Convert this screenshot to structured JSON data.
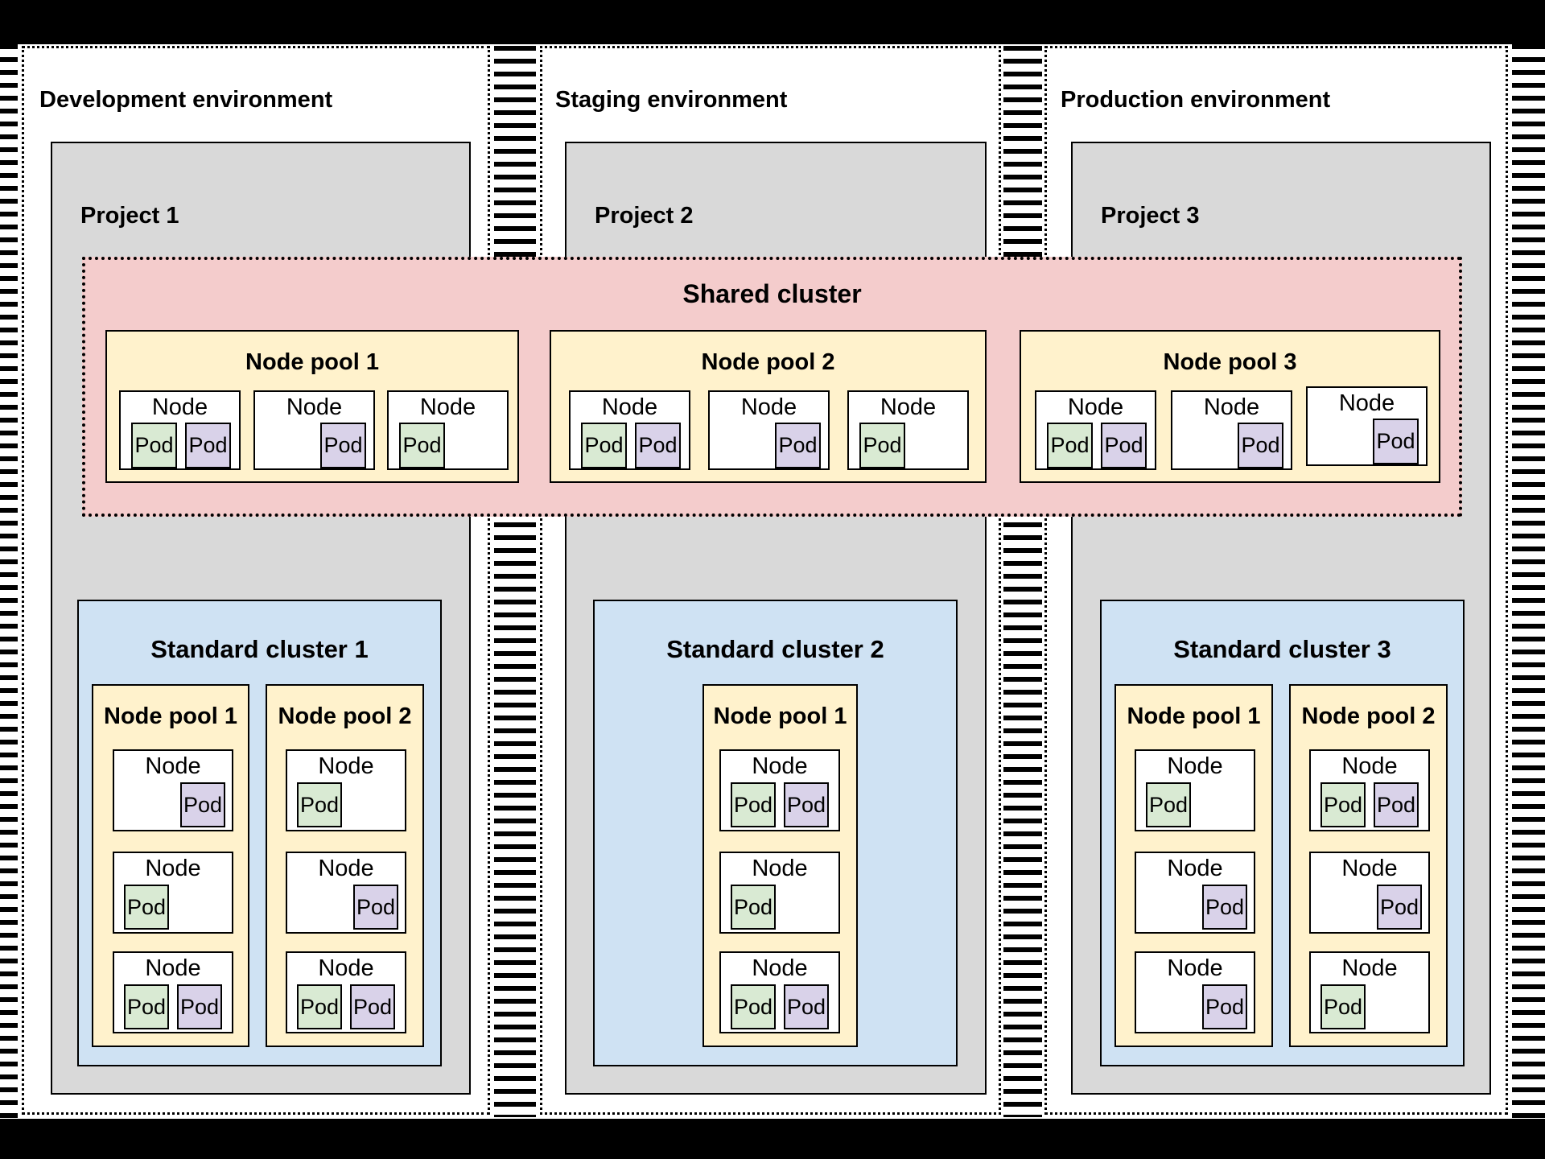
{
  "colors": {
    "project_bg": "#d9d9d9",
    "shared_cluster_bg": "#f4cccc",
    "node_pool_bg": "#fff2cc",
    "standard_cluster_bg": "#cfe2f3",
    "pod_green": "#d9ead3",
    "pod_purple": "#d9d2e9",
    "node_bg": "#ffffff",
    "border": "#000000"
  },
  "environments": [
    {
      "name": "Development environment",
      "project": {
        "name": "Project 1"
      }
    },
    {
      "name": "Staging environment",
      "project": {
        "name": "Project 2"
      }
    },
    {
      "name": "Production environment",
      "project": {
        "name": "Project 3"
      }
    }
  ],
  "shared_cluster": {
    "title": "Shared cluster",
    "node_pools": [
      {
        "title": "Node pool 1",
        "nodes": [
          {
            "label": "Node",
            "pods": [
              {
                "label": "Pod",
                "color": "green",
                "align": "left"
              },
              {
                "label": "Pod",
                "color": "purple",
                "align": "left"
              }
            ]
          },
          {
            "label": "Node",
            "pods": [
              {
                "label": "Pod",
                "color": "purple",
                "align": "right"
              }
            ]
          },
          {
            "label": "Node",
            "pods": [
              {
                "label": "Pod",
                "color": "green",
                "align": "left"
              }
            ]
          }
        ]
      },
      {
        "title": "Node pool 2",
        "nodes": [
          {
            "label": "Node",
            "pods": [
              {
                "label": "Pod",
                "color": "green",
                "align": "left"
              },
              {
                "label": "Pod",
                "color": "purple",
                "align": "left"
              }
            ]
          },
          {
            "label": "Node",
            "pods": [
              {
                "label": "Pod",
                "color": "purple",
                "align": "right"
              }
            ]
          },
          {
            "label": "Node",
            "pods": [
              {
                "label": "Pod",
                "color": "green",
                "align": "left"
              }
            ]
          }
        ]
      },
      {
        "title": "Node pool 3",
        "nodes": [
          {
            "label": "Node",
            "pods": [
              {
                "label": "Pod",
                "color": "green",
                "align": "left"
              },
              {
                "label": "Pod",
                "color": "purple",
                "align": "left"
              }
            ]
          },
          {
            "label": "Node",
            "pods": [
              {
                "label": "Pod",
                "color": "purple",
                "align": "right"
              }
            ]
          },
          {
            "label": "Node",
            "pods": [
              {
                "label": "Pod",
                "color": "purple",
                "align": "right"
              }
            ]
          }
        ]
      }
    ]
  },
  "standard_clusters": [
    {
      "title": "Standard cluster 1",
      "node_pools": [
        {
          "title": "Node pool 1",
          "nodes": [
            {
              "label": "Node",
              "pods": [
                {
                  "label": "Pod",
                  "color": "purple",
                  "align": "right"
                }
              ]
            },
            {
              "label": "Node",
              "pods": [
                {
                  "label": "Pod",
                  "color": "green",
                  "align": "left"
                }
              ]
            },
            {
              "label": "Node",
              "pods": [
                {
                  "label": "Pod",
                  "color": "green",
                  "align": "left"
                },
                {
                  "label": "Pod",
                  "color": "purple",
                  "align": "left"
                }
              ]
            }
          ]
        },
        {
          "title": "Node pool 2",
          "nodes": [
            {
              "label": "Node",
              "pods": [
                {
                  "label": "Pod",
                  "color": "green",
                  "align": "left"
                }
              ]
            },
            {
              "label": "Node",
              "pods": [
                {
                  "label": "Pod",
                  "color": "purple",
                  "align": "right"
                }
              ]
            },
            {
              "label": "Node",
              "pods": [
                {
                  "label": "Pod",
                  "color": "green",
                  "align": "left"
                },
                {
                  "label": "Pod",
                  "color": "purple",
                  "align": "left"
                }
              ]
            }
          ]
        }
      ]
    },
    {
      "title": "Standard cluster 2",
      "node_pools": [
        {
          "title": "Node pool 1",
          "nodes": [
            {
              "label": "Node",
              "pods": [
                {
                  "label": "Pod",
                  "color": "green",
                  "align": "left"
                },
                {
                  "label": "Pod",
                  "color": "purple",
                  "align": "left"
                }
              ]
            },
            {
              "label": "Node",
              "pods": [
                {
                  "label": "Pod",
                  "color": "green",
                  "align": "left"
                }
              ]
            },
            {
              "label": "Node",
              "pods": [
                {
                  "label": "Pod",
                  "color": "green",
                  "align": "left"
                },
                {
                  "label": "Pod",
                  "color": "purple",
                  "align": "left"
                }
              ]
            }
          ]
        }
      ]
    },
    {
      "title": "Standard cluster 3",
      "node_pools": [
        {
          "title": "Node pool 1",
          "nodes": [
            {
              "label": "Node",
              "pods": [
                {
                  "label": "Pod",
                  "color": "green",
                  "align": "left"
                }
              ]
            },
            {
              "label": "Node",
              "pods": [
                {
                  "label": "Pod",
                  "color": "purple",
                  "align": "right"
                }
              ]
            },
            {
              "label": "Node",
              "pods": [
                {
                  "label": "Pod",
                  "color": "purple",
                  "align": "right"
                }
              ]
            }
          ]
        },
        {
          "title": "Node pool 2",
          "nodes": [
            {
              "label": "Node",
              "pods": [
                {
                  "label": "Pod",
                  "color": "green",
                  "align": "left"
                },
                {
                  "label": "Pod",
                  "color": "purple",
                  "align": "left"
                }
              ]
            },
            {
              "label": "Node",
              "pods": [
                {
                  "label": "Pod",
                  "color": "purple",
                  "align": "right"
                }
              ]
            },
            {
              "label": "Node",
              "pods": [
                {
                  "label": "Pod",
                  "color": "green",
                  "align": "left"
                }
              ]
            }
          ]
        }
      ]
    }
  ]
}
